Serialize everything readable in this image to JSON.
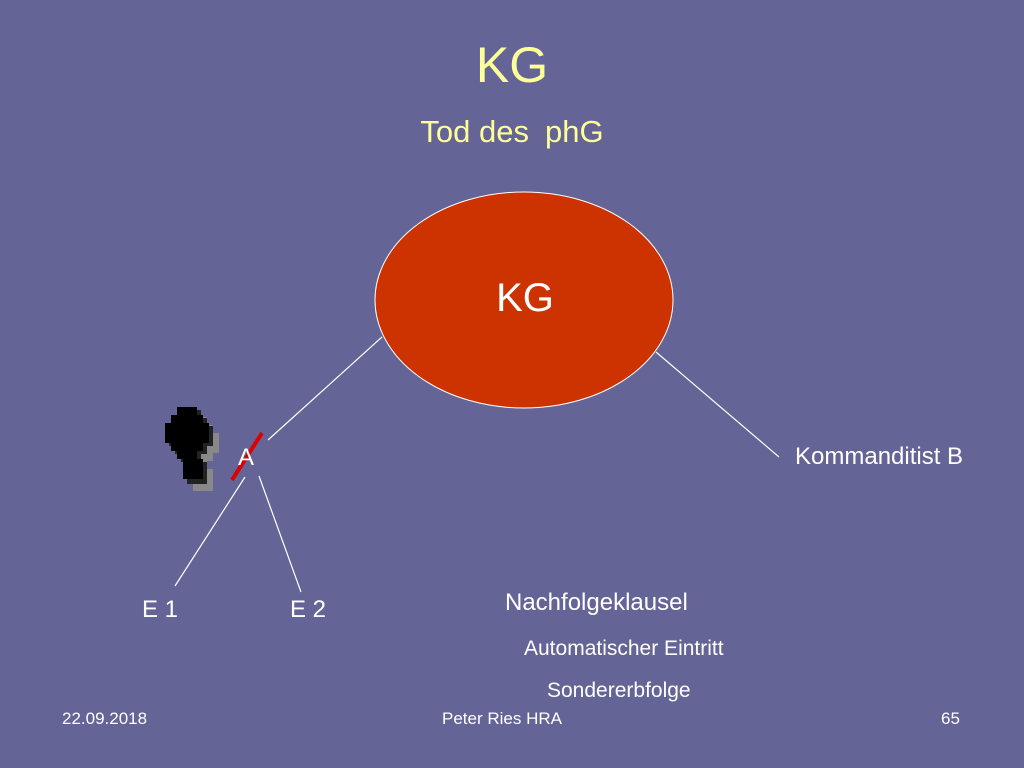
{
  "slide": {
    "title": "KG",
    "subtitle_part1": "Tod des",
    "subtitle_part2": "phG"
  },
  "diagram": {
    "center_node": {
      "label": "KG",
      "color": "#cc3300"
    },
    "partner_a": {
      "label": "A",
      "icon": "person-silhouette-icon",
      "strike_color": "#dd0000"
    },
    "partner_b": {
      "label": "Kommanditist B"
    },
    "heir_1": {
      "label": "E 1"
    },
    "heir_2": {
      "label": "E 2"
    },
    "clause": {
      "title": "Nachfolgeklausel",
      "line1": "Automatischer Eintritt",
      "line2": "Sondererbfolge"
    }
  },
  "footer": {
    "date": "22.09.2018",
    "author": "Peter Ries HRA",
    "page": "65"
  },
  "colors": {
    "background": "#646496",
    "title": "#ffff99",
    "text": "#ffffff"
  }
}
